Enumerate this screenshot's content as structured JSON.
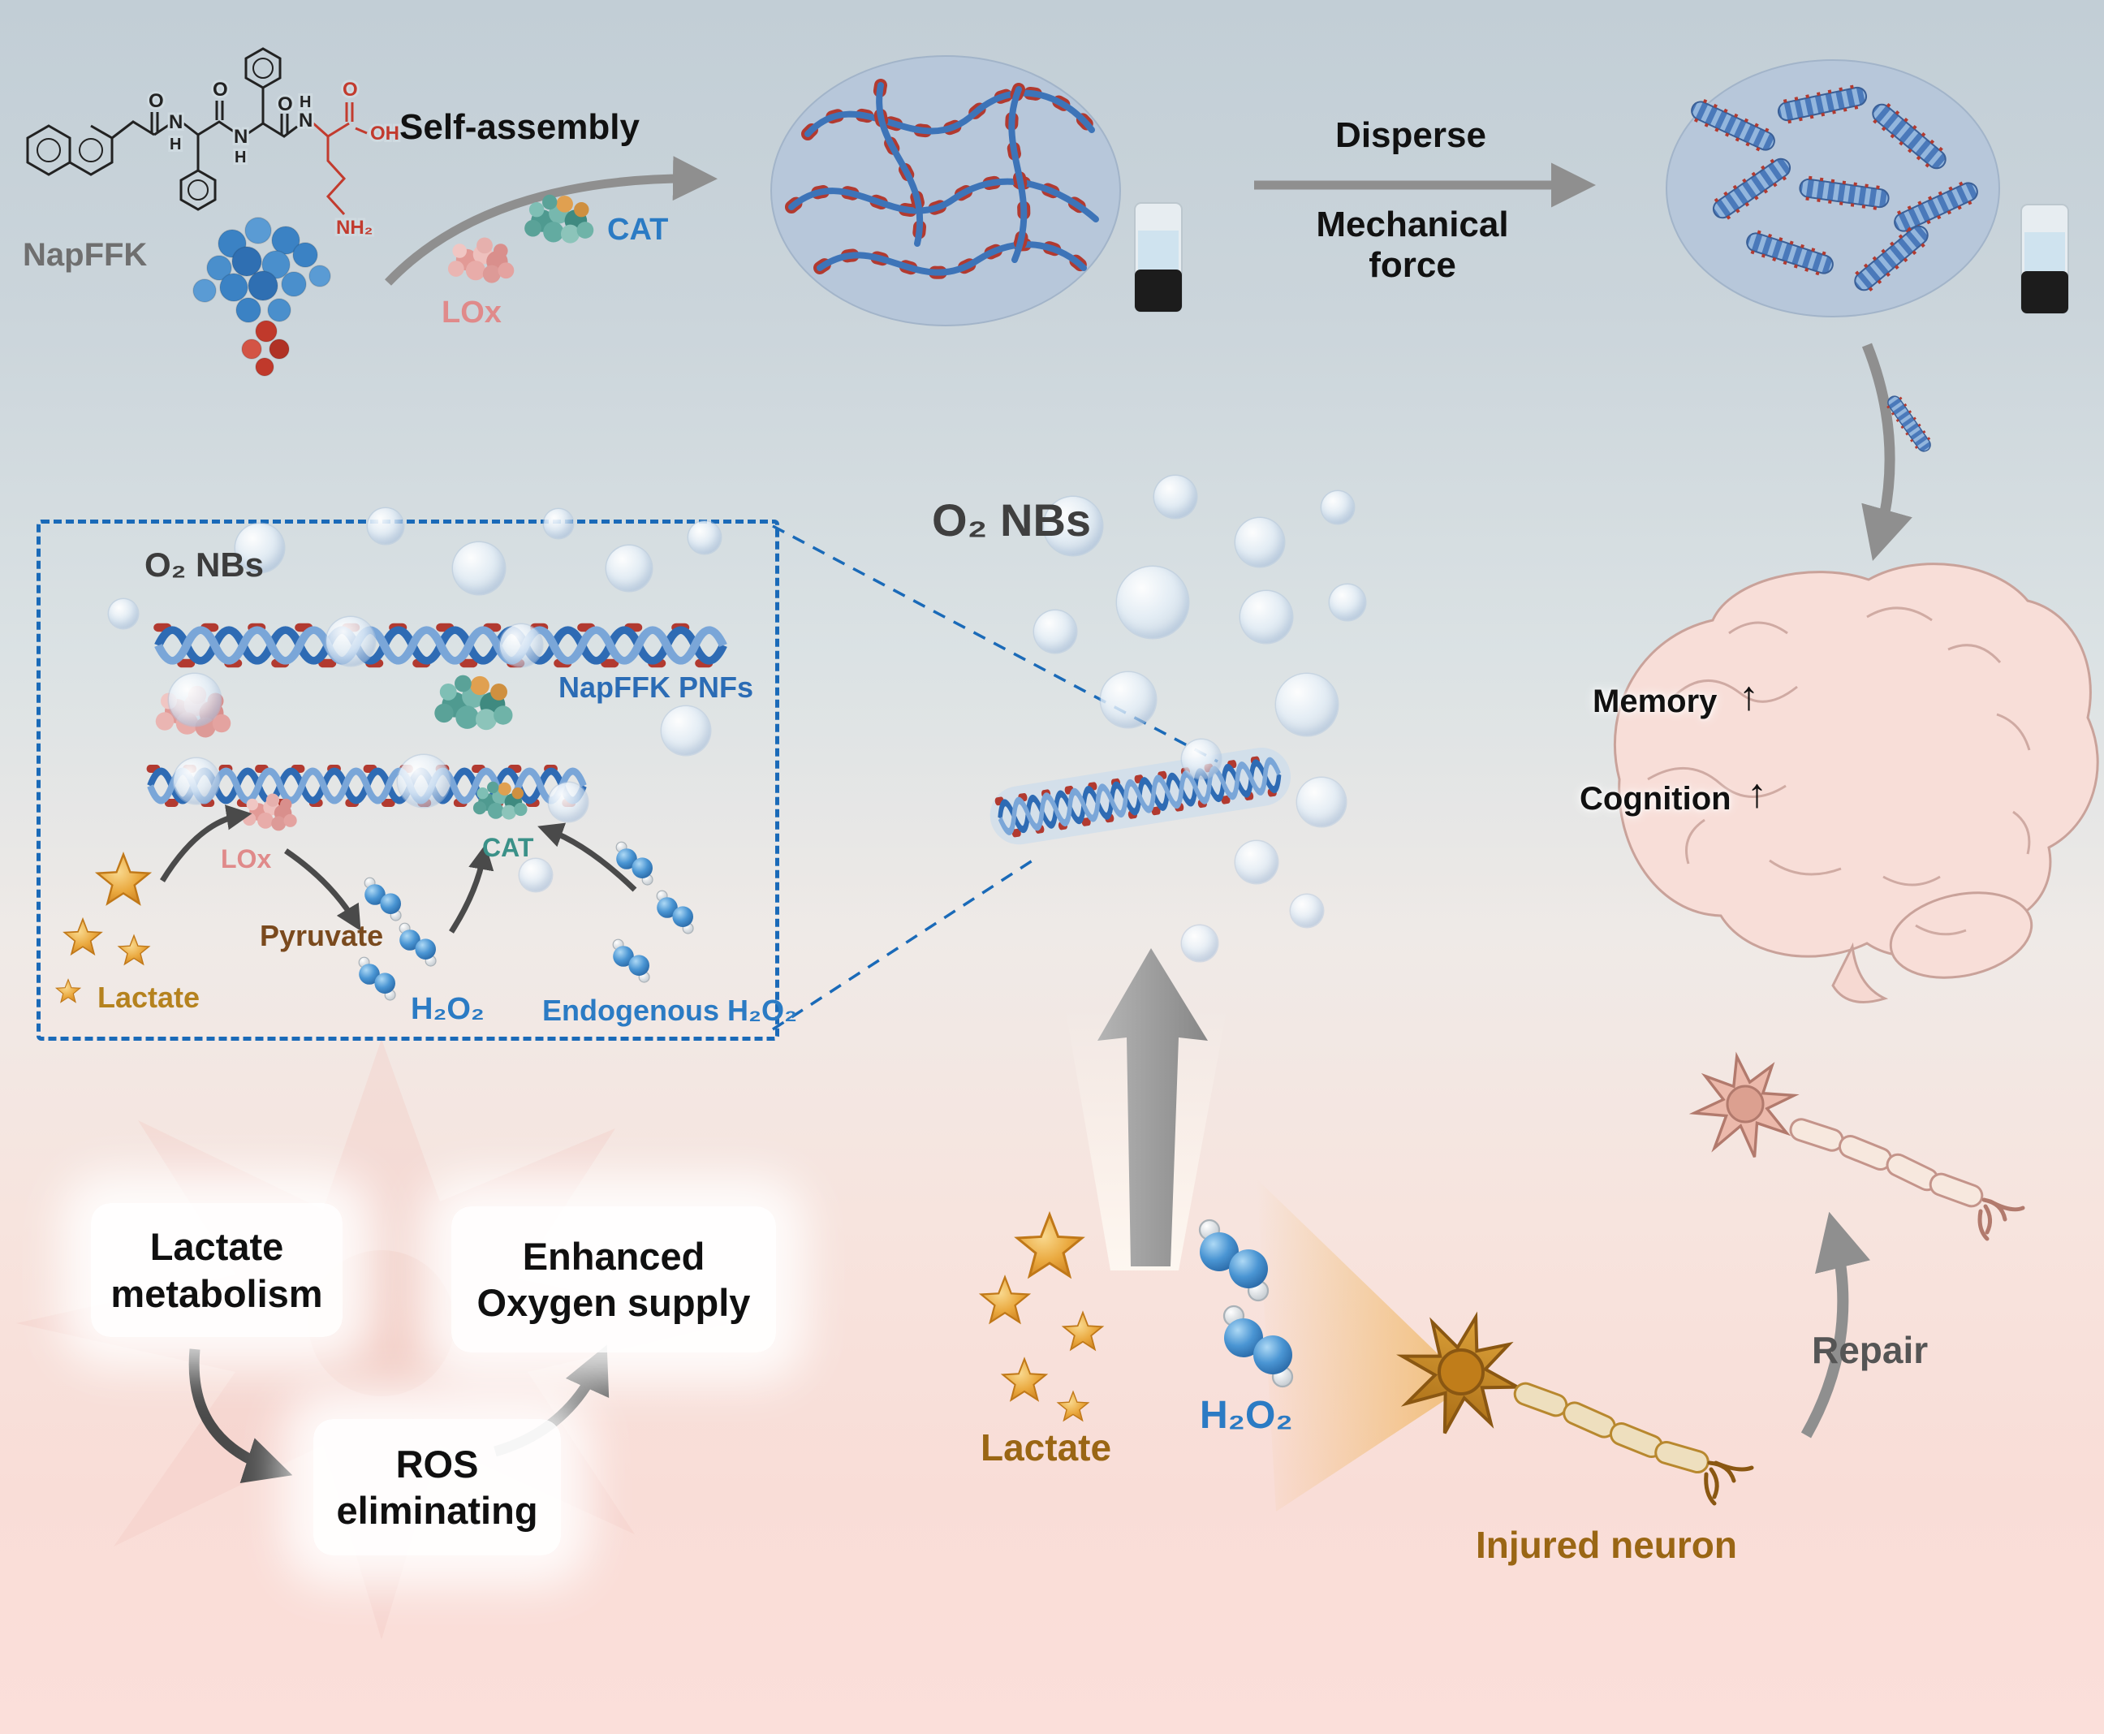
{
  "top": {
    "napffk": "NapFFK",
    "self_assembly": "Self-assembly",
    "lox": "LOx",
    "cat": "CAT",
    "disperse": "Disperse",
    "mechanical_force": "Mechanical force"
  },
  "chem": {
    "atoms": {
      "o1": "O",
      "h1": "H",
      "n1": "N",
      "o2": "O",
      "h2": "H",
      "n2": "N",
      "o3": "O",
      "h3": "H",
      "n3": "N",
      "o4": "O",
      "oh": "OH",
      "nh2": "NH₂"
    }
  },
  "box": {
    "title": "O₂ NBs",
    "napffk_pnfs": "NapFFK PNFs",
    "lox": "LOx",
    "cat": "CAT",
    "lactate": "Lactate",
    "pyruvate": "Pyruvate",
    "h2o2": "H₂O₂",
    "endogenous_h2o2": "Endogenous H₂O₂"
  },
  "middle": {
    "o2_nbs": "O₂ NBs"
  },
  "brain": {
    "memory": "Memory",
    "cognition": "Cognition",
    "up_arrow": "↑"
  },
  "bottom_left": {
    "lactate_metabolism": "Lactate metabolism",
    "enhanced_oxygen_supply": "Enhanced Oxygen supply",
    "ros_eliminating": "ROS eliminating"
  },
  "bottom_middle": {
    "lactate": "Lactate",
    "h2o2": "H₂O₂"
  },
  "bottom_right": {
    "injured_neuron": "Injured neuron",
    "repair": "Repair"
  },
  "colors": {
    "accent_blue": "#2b7bc4",
    "fiber_blue": "#2e6bb4",
    "stud_red": "#b23a30",
    "star_orange": "#e8a33d",
    "lox_pink": "#e08a8a",
    "cat_teal": "#3a9188",
    "brown": "#9a6614",
    "dashed_box_blue": "#1a6ab8"
  }
}
